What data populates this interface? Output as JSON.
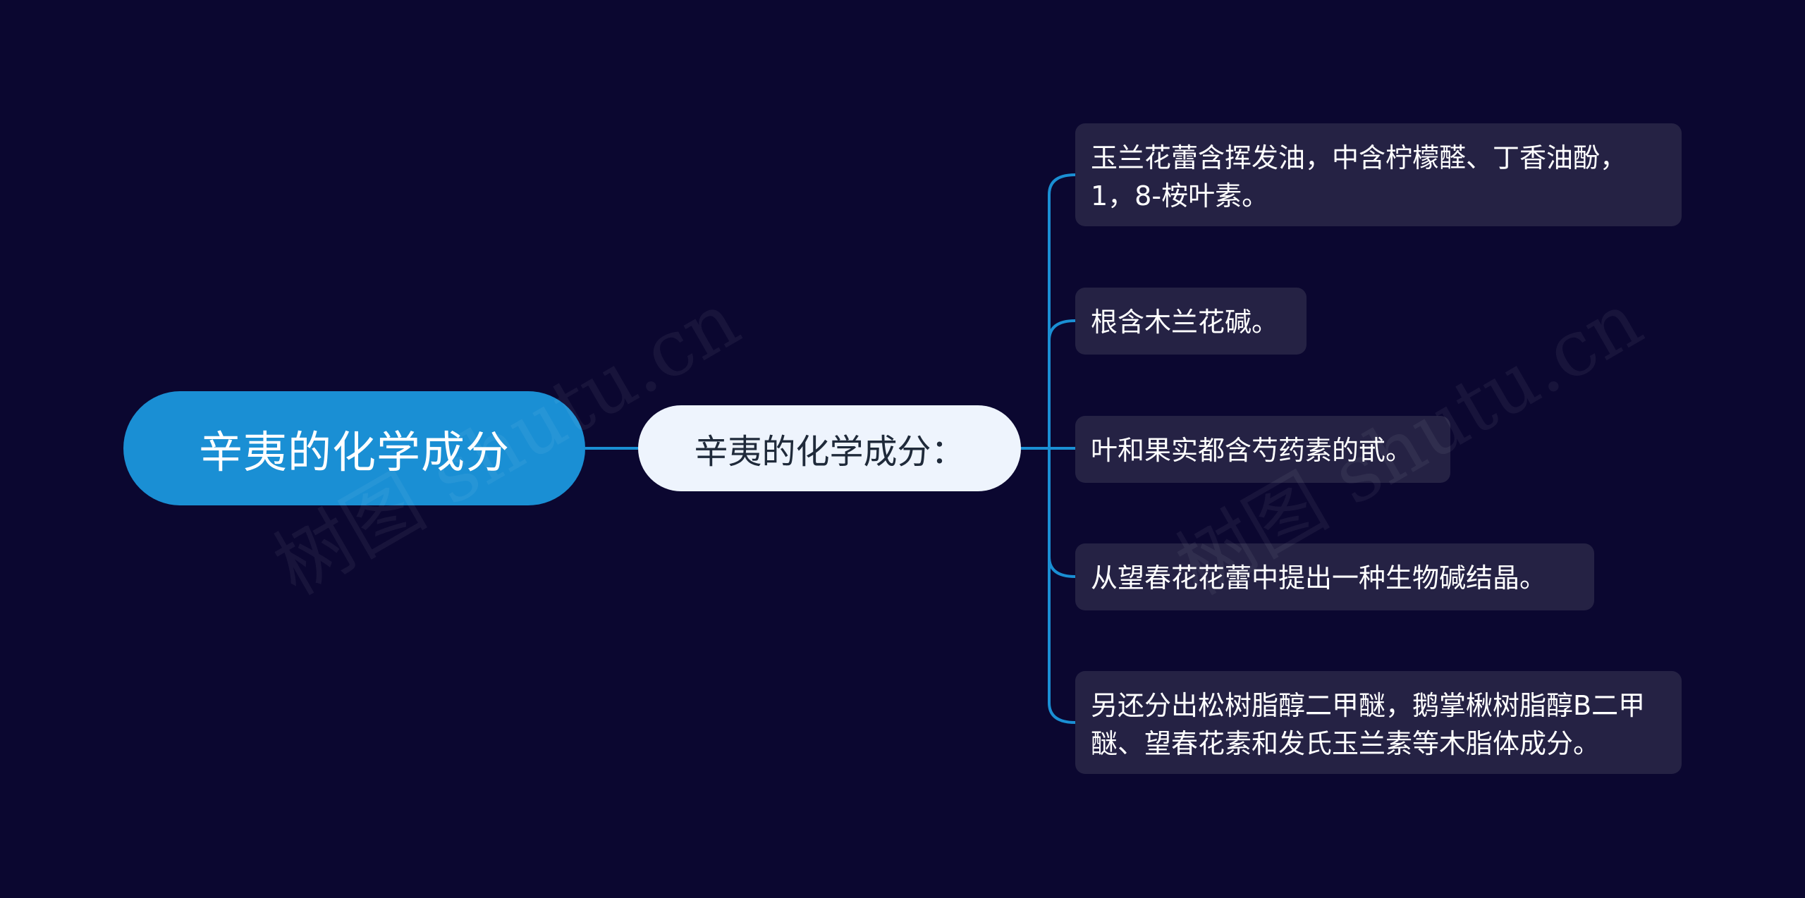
{
  "mindmap": {
    "root": {
      "label": "辛夷的化学成分"
    },
    "main_topic": {
      "label": "辛夷的化学成分："
    },
    "leaves": [
      {
        "text": "玉兰花蕾含挥发油，中含柠檬醛、丁香油酚，1，8-桉叶素。"
      },
      {
        "text": "根含木兰花碱。"
      },
      {
        "text": "叶和果实都含芍药素的甙。"
      },
      {
        "text": "从望春花花蕾中提出一种生物碱结晶。"
      },
      {
        "text": "另还分出松树脂醇二甲醚，鹅掌楸树脂醇B二甲醚、望春花素和发氏玉兰素等木脂体成分。"
      }
    ]
  },
  "watermark": {
    "text": "树图 shutu.cn"
  },
  "colors": {
    "background": "#0b0730",
    "root_fill": "#1a8fd4",
    "main_fill": "#eef4fd",
    "leaf_fill": "#252244",
    "connector": "#1a8fd4"
  }
}
